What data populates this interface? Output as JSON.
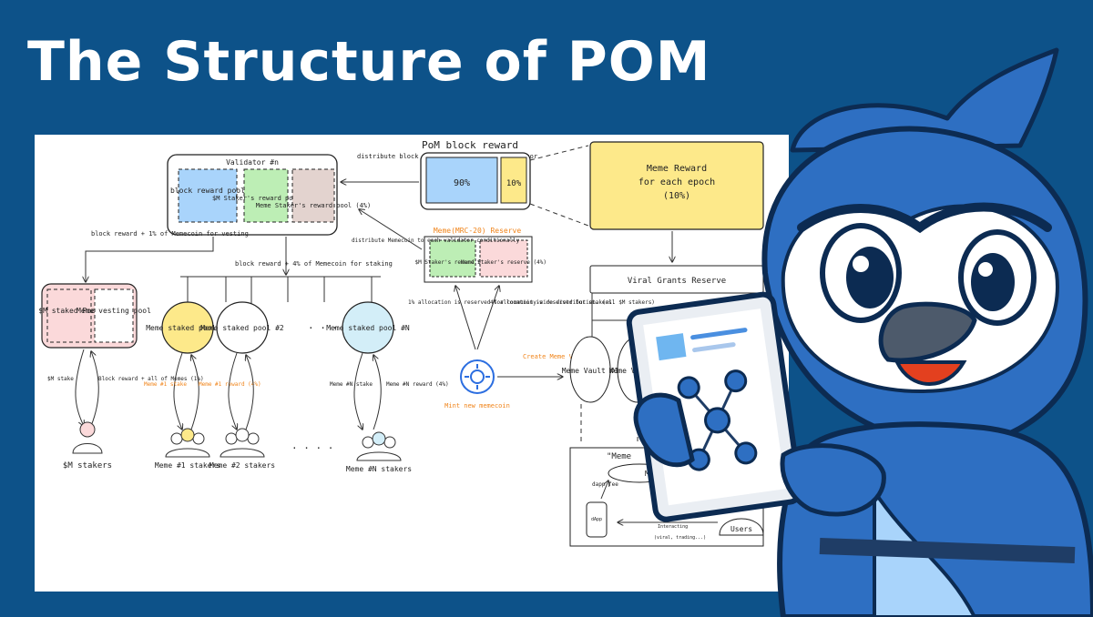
{
  "header": {
    "title": "The Structure of POM"
  },
  "colors": {
    "background": "#0d5289",
    "panel": "#ffffff",
    "orange": "#f0841a",
    "blue_fill": "#a9d4fb",
    "green_fill": "#bdeeb5",
    "brown_fill": "#e3d3cf",
    "yellow_fill": "#fde98a",
    "pink_fill": "#fbd9da",
    "mascot_blue": "#2e6fc2"
  },
  "diagram": {
    "validator": {
      "title": "Validator #n",
      "block_pool": "block reward pool",
      "staker_pool": "$M Staker's reward pool (1%)",
      "meme_staker_pool": "Meme Staker's reward pool (4%)"
    },
    "pom_reward": {
      "title": "PoM block reward",
      "big": "90%",
      "small": "10%"
    },
    "distribute_note": "distribute block reward (90%) to each validator",
    "meme_reward": {
      "line1": "Meme Reward",
      "line2": "for each epoch",
      "line3": "(10%)"
    },
    "reserve": {
      "title": "Meme(MRC-20) Reserve",
      "left": "$M Staker's reward (1%)",
      "right": "Meme Staker's reserve (4%)"
    },
    "distribute_meme_note": "distribute Memecoin to each validator conditionally",
    "block_reward_note1": "block reward + 1% of Memecoin for vesting",
    "block_reward_note2": "block reward + 4% of Memecoin for staking",
    "m_pool": {
      "staked": "$M staked Pool",
      "vesting": "Meme vesting pool"
    },
    "pools": {
      "p1": "Meme staked pool #1",
      "p2": "Meme staked pool #2",
      "pn": "Meme staked pool #N"
    },
    "dots": "· · · ·",
    "allocation1": "1% allocation is reserved for community-wide distribution. (all $M stakers)",
    "allocation4": "4% allocation is reserved for stakers.",
    "m_stake": "$M stake",
    "block_reward_memes": "Block reward + all of Memes (1%)",
    "meme1_stake": "Meme #1 stake",
    "meme1_reward": "Meme #1 reward (4%)",
    "memeN_stake": "Meme #N stake",
    "memeN_reward": "Meme #N reward (4%)",
    "mint": "Mint new memecoin",
    "create_vault": "Create Meme Vault",
    "viral": "Viral Grants Reserve",
    "vault1": "Meme Vault #1",
    "vault2": "Meme Vault #2",
    "stakers": {
      "m": "$M stakers",
      "s1": "Meme #1 stakers",
      "s2": "Meme #2 stakers",
      "sn": "Meme #N stakers"
    },
    "meme_box": "\"Meme",
    "meme_pill": "Me",
    "dapp_fee": "dapp fee",
    "dapp": "dApp",
    "interacting": "Interacting",
    "viral_trading": "(viral, trading...)",
    "users": "Users"
  }
}
